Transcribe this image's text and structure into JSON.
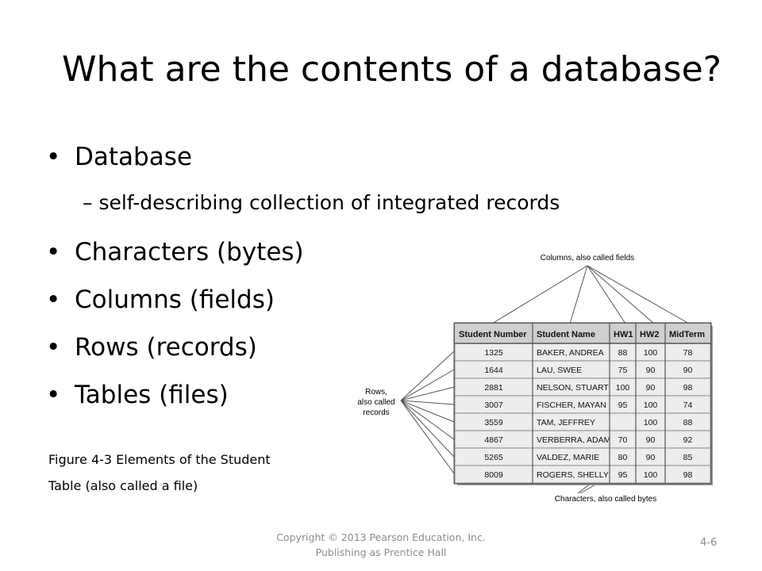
{
  "slide": {
    "title": "What are the contents of a database?",
    "bullets": [
      {
        "text": "Database",
        "sub": "– self-describing collection of integrated records"
      },
      {
        "text": "Characters (bytes)"
      },
      {
        "text": "Columns (fields)"
      },
      {
        "text": "Rows (records)"
      },
      {
        "text": "Tables (files)"
      }
    ],
    "caption_lines": [
      "Figure 4-3 Elements of the Student",
      "Table (also called a file)"
    ]
  },
  "figure": {
    "columns_label": "Columns, also called fields",
    "rows_label_lines": [
      "Rows,",
      "also called",
      "records"
    ],
    "characters_label": "Characters, also called bytes",
    "table": {
      "headers": [
        "Student Number",
        "Student Name",
        "HW1",
        "HW2",
        "MidTerm"
      ],
      "rows": [
        [
          "1325",
          "BAKER, ANDREA",
          "88",
          "100",
          "78"
        ],
        [
          "1644",
          "LAU, SWEE",
          "75",
          "90",
          "90"
        ],
        [
          "2881",
          "NELSON, STUART",
          "100",
          "90",
          "98"
        ],
        [
          "3007",
          "FISCHER, MAYAN",
          "95",
          "100",
          "74"
        ],
        [
          "3559",
          "TAM, JEFFREY",
          "",
          "100",
          "88"
        ],
        [
          "4867",
          "VERBERRA, ADAM",
          "70",
          "90",
          "92"
        ],
        [
          "5265",
          "VALDEZ, MARIE",
          "80",
          "90",
          "85"
        ],
        [
          "8009",
          "ROGERS, SHELLY",
          "95",
          "100",
          "98"
        ]
      ]
    }
  },
  "footer": {
    "copyright_line1": "Copyright © 2013 Pearson Education, Inc.",
    "copyright_line2": "Publishing as Prentice Hall",
    "page_number": "4-6"
  }
}
